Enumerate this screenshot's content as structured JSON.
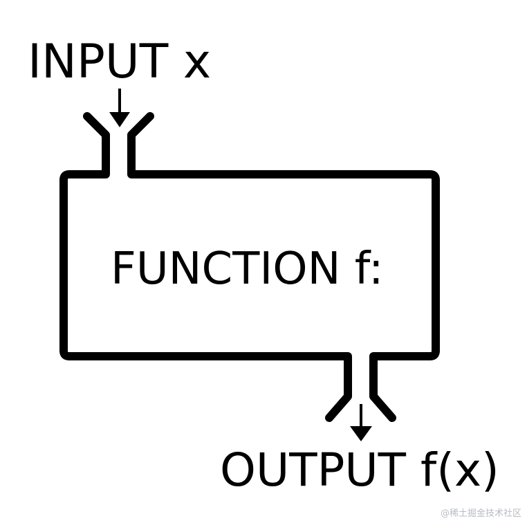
{
  "diagram": {
    "input_label": "INPUT x",
    "function_label": "FUNCTION f:",
    "output_label": "OUTPUT f(x)",
    "stroke_color": "#000000",
    "background_color": "#ffffff"
  },
  "watermark": {
    "text": "@稀土掘金技术社区"
  }
}
